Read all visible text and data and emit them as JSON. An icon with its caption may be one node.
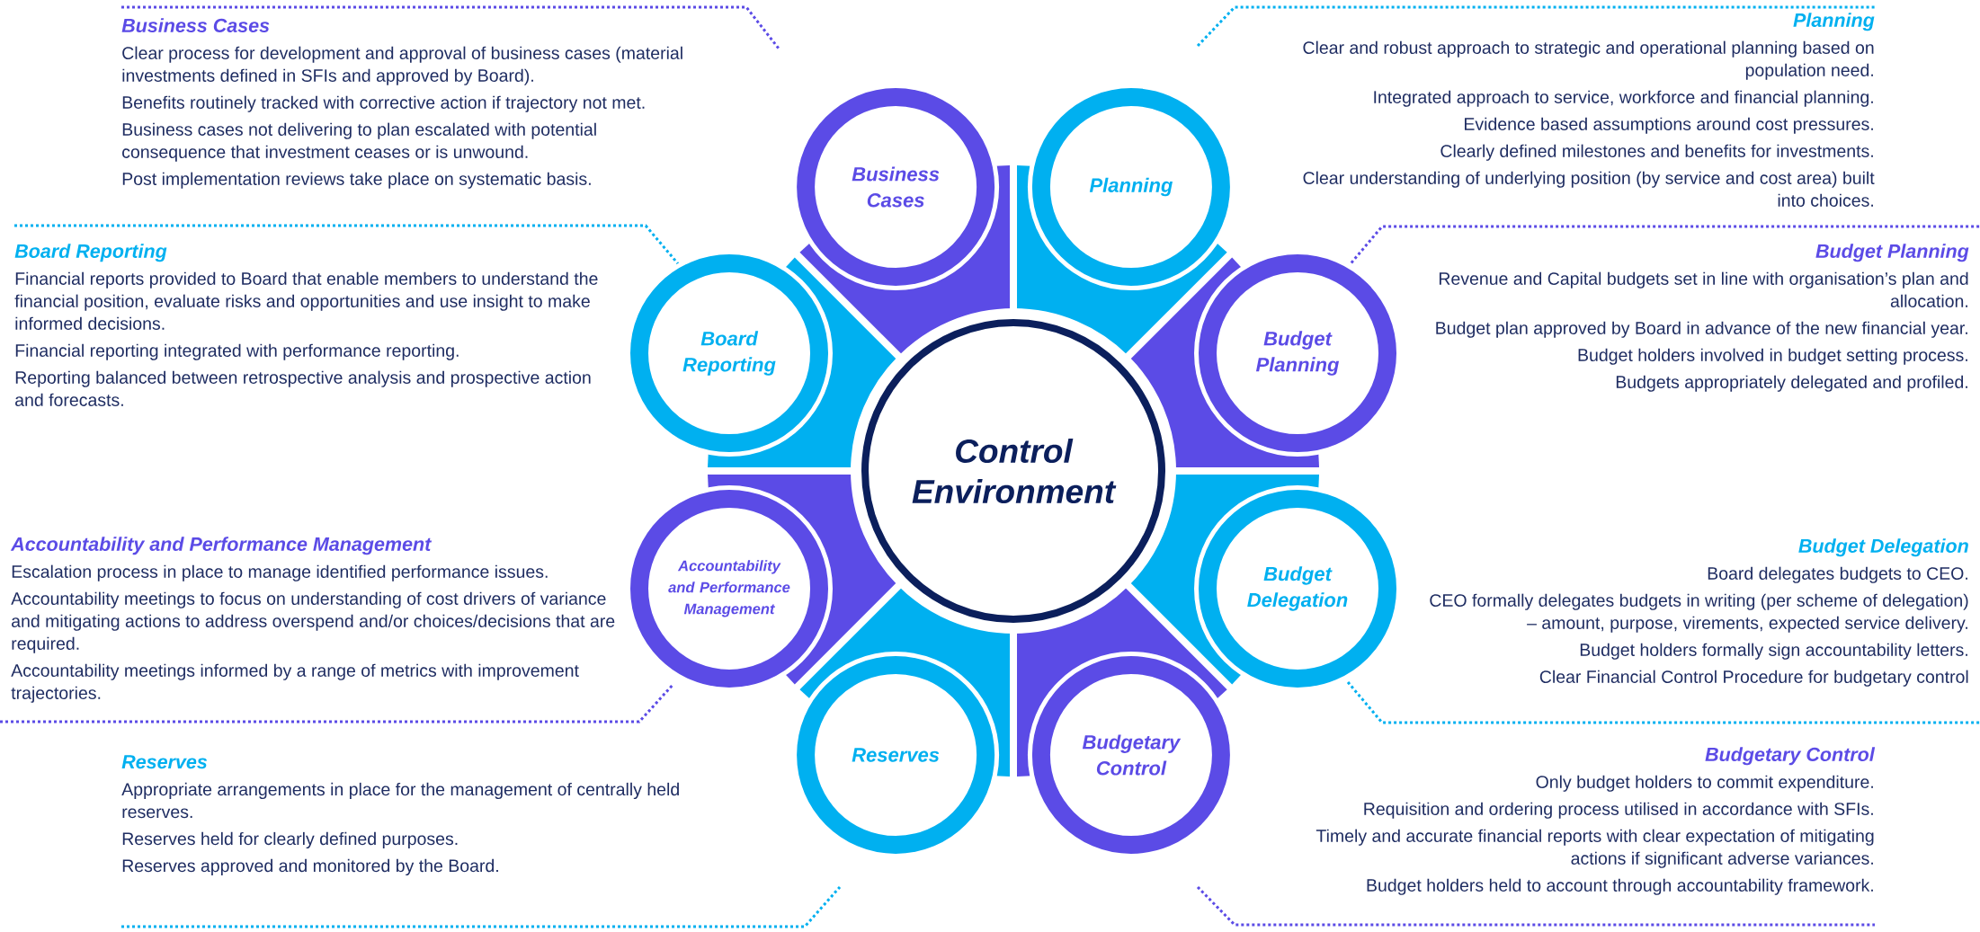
{
  "diagram": {
    "nodes": [
      {
        "text": [
          "Control Environment"
        ]
      },
      {
        "text": [
          "Business Cases"
        ]
      },
      {
        "text": [
          "Business Cases",
          "Clear process for development and approval of business cases (material investments defined in SFIs and approved by Board).",
          "Benefits routinely tracked with corrective action if trajectory not met.",
          "Business cases not delivering to plan escalated with potential consequence that investment ceases or is unwound.",
          "Post implementation reviews take place on systematic basis."
        ]
      },
      {
        "text": [
          "Planning"
        ]
      },
      {
        "text": [
          "Planning",
          "Clear and robust approach to strategic and operational planning based on population need.",
          "Integrated approach to service, workforce and financial planning.",
          "Evidence based assumptions around cost pressures.",
          "Clearly defined milestones and benefits for investments.",
          "Clear understanding of underlying position (by service and cost area) built into choices."
        ]
      },
      {
        "text": [
          "Board Reporting"
        ]
      },
      {
        "text": [
          "Board Reporting",
          "Financial reports provided to Board that enable members to understand the financial position, evaluate risks and opportunities and use insight to make informed decisions.",
          "Financial reporting integrated with performance reporting.",
          "Reporting balanced between retrospective analysis and prospective action and forecasts."
        ]
      },
      {
        "text": [
          "Budget Planning"
        ]
      },
      {
        "text": [
          "Budget Planning",
          "Revenue and Capital budgets set in line with organisation’s plan and allocation.",
          "Budget plan approved by Board in advance of the new financial year.",
          "Budget holders involved in budget setting process.",
          "Budgets appropriately delegated and profiled."
        ]
      },
      {
        "text": [
          "Accountability and Performance Management"
        ]
      },
      {
        "text": [
          "Accountability and Performance Management",
          "Escalation process in place to manage identified performance issues.",
          "Accountability meetings to focus on understanding of cost drivers of variance and mitigating actions to address overspend and/or choices/decisions that are required.",
          "Accountability meetings informed by a range of metrics with improvement trajectories."
        ]
      },
      {
        "text": [
          "Budget Delegation"
        ]
      },
      {
        "text": [
          "Budget Delegation",
          "Board delegates budgets to CEO.",
          "CEO formally delegates budgets in writing (per scheme of delegation) – amount, purpose, virements, expected service delivery.",
          "Budget holders formally sign accountability letters.",
          "Clear Financial Control Procedure for budgetary control"
        ]
      },
      {
        "text": [
          "Reserves"
        ]
      },
      {
        "text": [
          "Reserves",
          "Appropriate arrangements in place for the management of centrally held reserves.",
          "Reserves held for clearly defined purposes.",
          "Reserves approved and monitored by the Board."
        ]
      },
      {
        "text": [
          "Budgetary Control"
        ]
      },
      {
        "text": [
          "Budgetary Control",
          "Only budget holders to commit expenditure.",
          "Requisition and ordering process utilised in accordance with SFIs.",
          "Timely and accurate financial reports with clear expectation of mitigating actions if significant adverse variances.",
          "Budget holders held to account through accountability framework."
        ]
      }
    ]
  }
}
